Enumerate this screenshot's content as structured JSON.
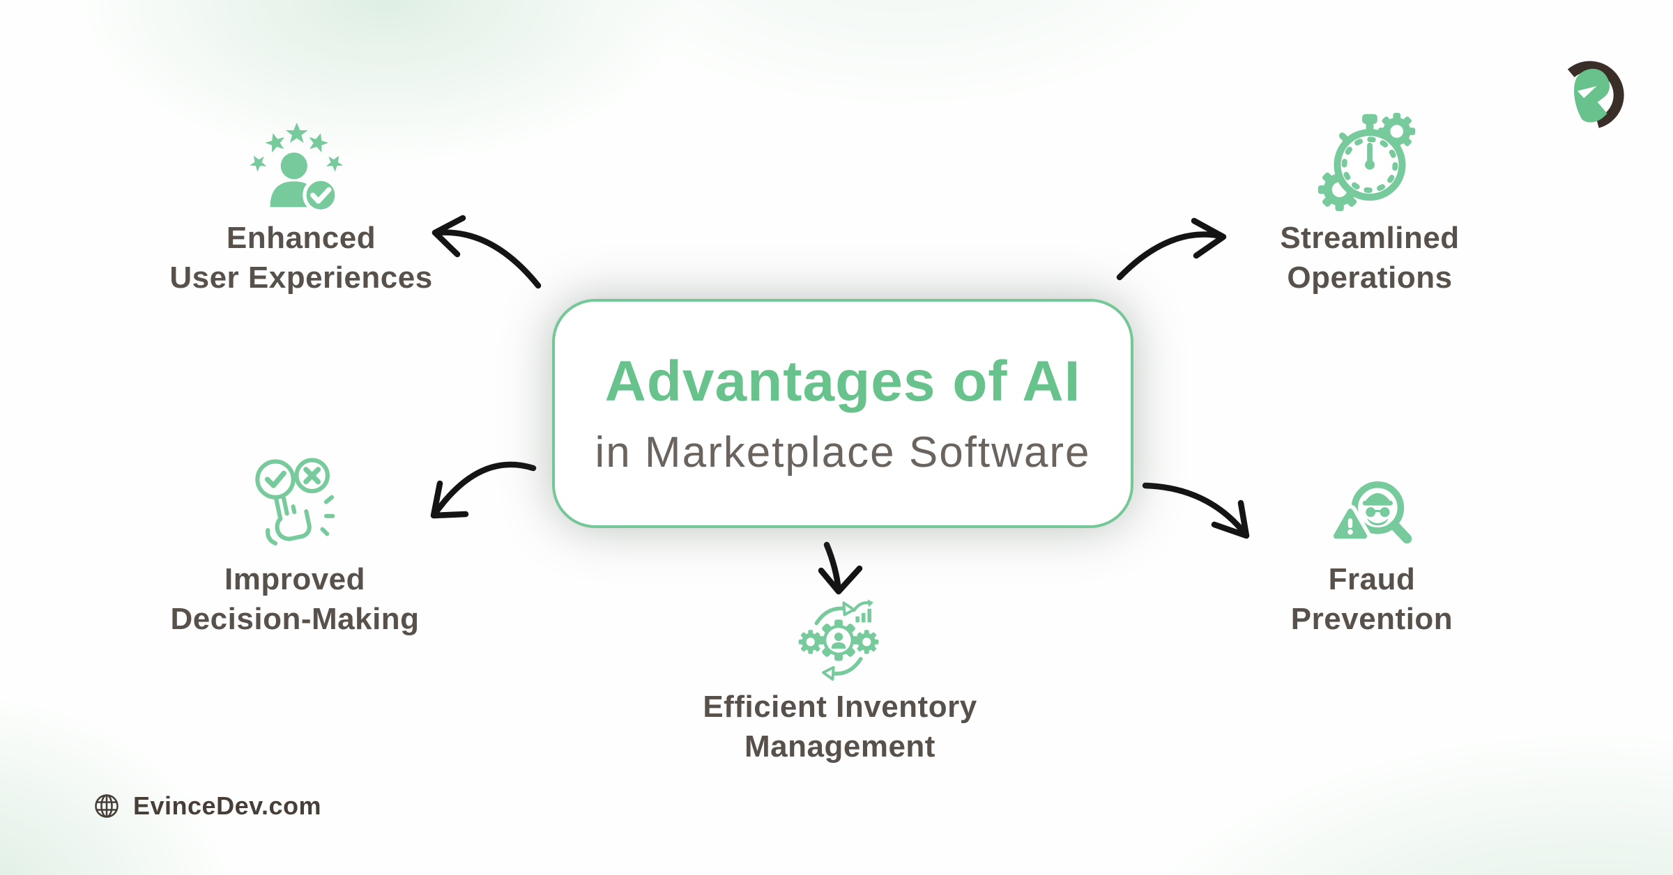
{
  "page": {
    "title_line1": "Advantages of AI",
    "title_line2": "in Marketplace Software"
  },
  "nodes": [
    {
      "id": "enhanced-user-experiences",
      "label_line1": "Enhanced",
      "label_line2": "User Experiences",
      "icon": "user-five-stars-check-icon"
    },
    {
      "id": "streamlined-operations",
      "label_line1": "Streamlined",
      "label_line2": "Operations",
      "icon": "stopwatch-gears-icon"
    },
    {
      "id": "improved-decision-making",
      "label_line1": "Improved",
      "label_line2": "Decision-Making",
      "icon": "hand-choice-check-cross-icon"
    },
    {
      "id": "fraud-prevention",
      "label_line1": "Fraud",
      "label_line2": "Prevention",
      "icon": "spy-magnifier-warning-icon"
    },
    {
      "id": "efficient-inventory-management",
      "label_line1": "Efficient Inventory",
      "label_line2": "Management",
      "icon": "gears-person-sync-chart-icon"
    }
  ],
  "connectors": [
    {
      "name": "arrow-to-enhanced-user-experiences",
      "direction": "up-left"
    },
    {
      "name": "arrow-to-streamlined-operations",
      "direction": "up-right"
    },
    {
      "name": "arrow-to-improved-decision-making",
      "direction": "down-left"
    },
    {
      "name": "arrow-to-fraud-prevention",
      "direction": "down-right"
    },
    {
      "name": "arrow-to-efficient-inventory-management",
      "direction": "down"
    }
  ],
  "branding": {
    "website": "EvinceDev.com",
    "logo": "evincedev-spartan-helmet-logo",
    "footer_icon": "globe-icon"
  },
  "colors": {
    "accent_green": "#68c28c",
    "icon_green": "#77ca9b",
    "heading_text": "#57504b",
    "subtitle_text": "#6b635e",
    "arrow_black": "#141414",
    "logo_dark": "#3a2e28",
    "footer_text": "#473e38",
    "box_border": "#74c796"
  }
}
